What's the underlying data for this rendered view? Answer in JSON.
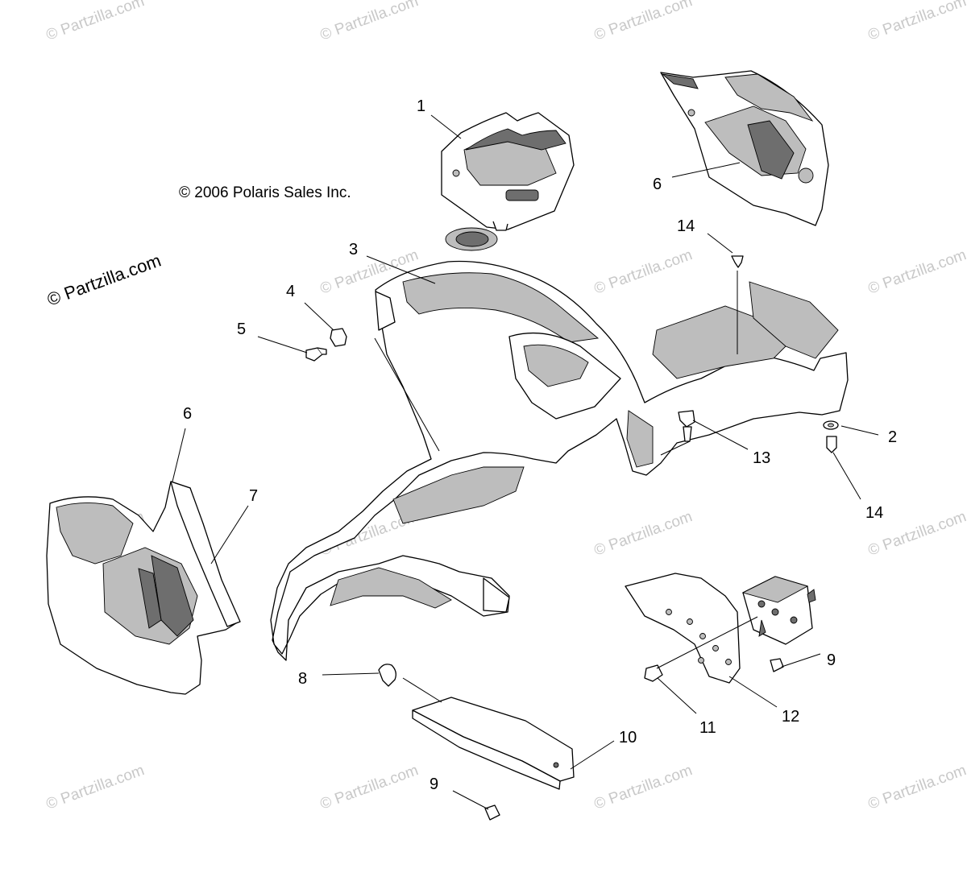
{
  "copyright": "© 2006 Polaris Sales Inc.",
  "brand_mark": "© Partzilla.com",
  "watermark": "© Partzilla.com",
  "callouts": {
    "c1": "1",
    "c2": "2",
    "c3": "3",
    "c4": "4",
    "c5": "5",
    "c6a": "6",
    "c6b": "6",
    "c7": "7",
    "c8": "8",
    "c9a": "9",
    "c9b": "9",
    "c10": "10",
    "c11": "11",
    "c12": "12",
    "c13": "13",
    "c14a": "14",
    "c14b": "14"
  },
  "colors": {
    "line": "#000000",
    "fill": "#ffffff",
    "shade": "#bdbdbd",
    "watermark": "#c8c8c8"
  }
}
